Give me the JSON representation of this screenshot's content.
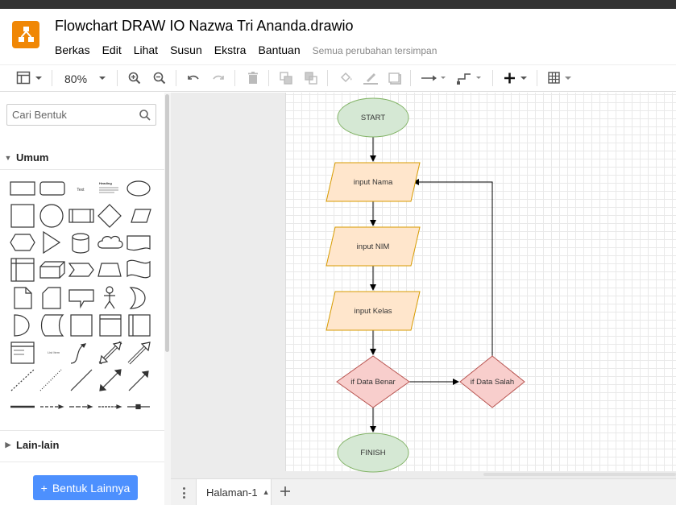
{
  "app": {
    "title": "Flowchart DRAW IO Nazwa Tri Ananda.drawio",
    "brand_color": "#f08705"
  },
  "menu": {
    "items": [
      "Berkas",
      "Edit",
      "Lihat",
      "Susun",
      "Ekstra",
      "Bantuan"
    ],
    "save_status": "Semua perubahan tersimpan"
  },
  "toolbar": {
    "zoom": "80%",
    "icons": [
      "panel-toggle-icon",
      "zoom-in-icon",
      "zoom-out-icon",
      "undo-icon",
      "redo-icon",
      "delete-icon",
      "to-front-icon",
      "to-back-icon",
      "fill-color-icon",
      "line-color-icon",
      "shadow-icon",
      "connection-icon",
      "waypoints-icon",
      "insert-icon",
      "table-icon"
    ]
  },
  "sidebar": {
    "search_placeholder": "Cari Bentuk",
    "section_umum": "Umum",
    "section_lain": "Lain-lain",
    "more_shapes_button": "Bentuk Lainnya",
    "shape_text_label": "Text",
    "shape_heading_label": "Heading",
    "shape_list_label": "List Item"
  },
  "diagram": {
    "nodes": {
      "start": "START",
      "input_nama": "input Nama",
      "input_nim": "input NIM",
      "input_kelas": "input Kelas",
      "if_benar": "if Data Benar",
      "if_salah": "if Data Salah",
      "finish": "FINISH"
    },
    "colors": {
      "terminal_fill": "#d5e8d4",
      "terminal_stroke": "#82b366",
      "io_fill": "#ffe6cc",
      "io_stroke": "#d79b00",
      "decision_fill": "#f8cecc",
      "decision_stroke": "#b85450"
    }
  },
  "footer": {
    "page_tab": "Halaman-1"
  }
}
